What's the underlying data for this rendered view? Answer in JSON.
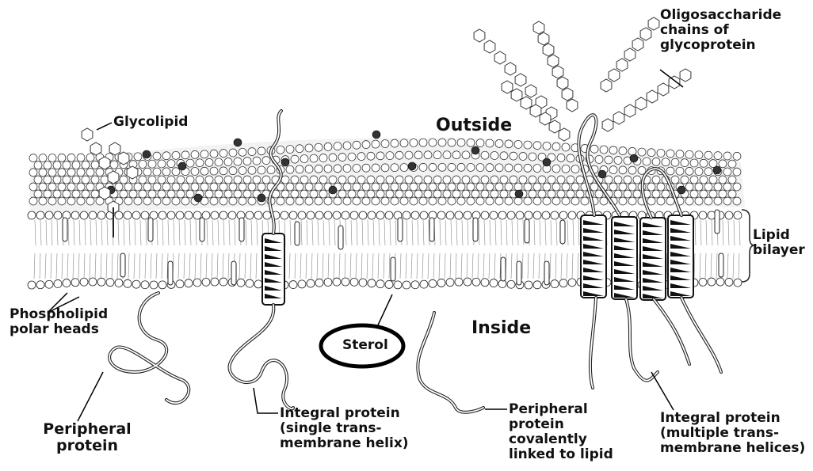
{
  "diagram": {
    "region_outside": "Outside",
    "region_inside": "Inside",
    "labels": {
      "glycolipid": "Glycolipid",
      "oligosaccharide": "Oligosaccharide\nchains of\nglycoprotein",
      "lipid_bilayer": "Lipid\nbilayer",
      "phospholipid_heads": "Phospholipid\npolar heads",
      "sterol": "Sterol",
      "peripheral_protein": "Peripheral\nprotein",
      "integral_single": "Integral protein\n(single trans-\nmembrane helix)",
      "peripheral_lipid_linked": "Peripheral\nprotein\ncovalently\nlinked to lipid",
      "integral_multiple": "Integral protein\n(multiple trans-\nmembrane helices)"
    },
    "highlight_color": "#000000",
    "line_color": "#222222"
  }
}
